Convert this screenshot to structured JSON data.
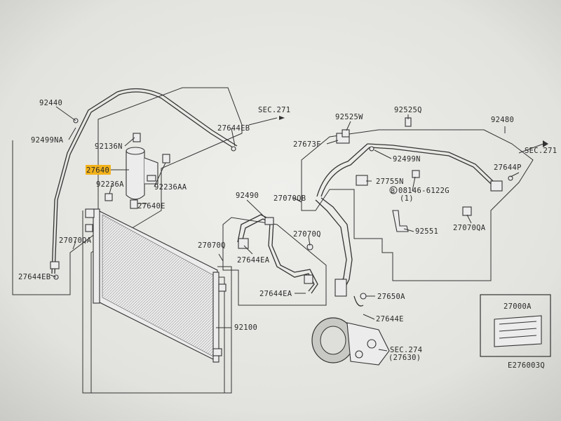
{
  "labels": {
    "p92440": "92440",
    "p92499NA": "92499NA",
    "p92136N": "92136N",
    "p27640": "27640",
    "p92236A": "92236A",
    "p92236AA": "92236AA",
    "p27640E": "27640E",
    "p27070QA_left": "27070QA",
    "p27644EB_left": "27644EB",
    "p27644EB_top": "27644EB",
    "sec271_left": "SEC.271",
    "p92490": "92490",
    "p27070QB": "27070QB",
    "p27070Q_a": "27070Q",
    "p27070Q_b": "27070Q",
    "p27644EA_a": "27644EA",
    "p27644EA_b": "27644EA",
    "p92100": "92100",
    "p92525W": "92525W",
    "p92525Q": "92525Q",
    "p27673F": "27673F",
    "p92499N": "92499N",
    "p27755N": "27755N",
    "p08146": "08146-6122G",
    "p08146_qty": "(1)",
    "p08146_b": "B",
    "p92551": "92551",
    "p27070QA_right": "27070QA",
    "p92480": "92480",
    "sec271_right": "SEC.271",
    "p27644P": "27644P",
    "p27650A": "27650A",
    "p27644E": "27644E",
    "sec274": "SEC.274",
    "sec274_sub": "(27630)",
    "p27000A": "27000A",
    "figure_code": "E276003Q"
  },
  "colors": {
    "highlight": "#f3b21b",
    "paper": "#e6e6e2",
    "ink": "#333333"
  }
}
